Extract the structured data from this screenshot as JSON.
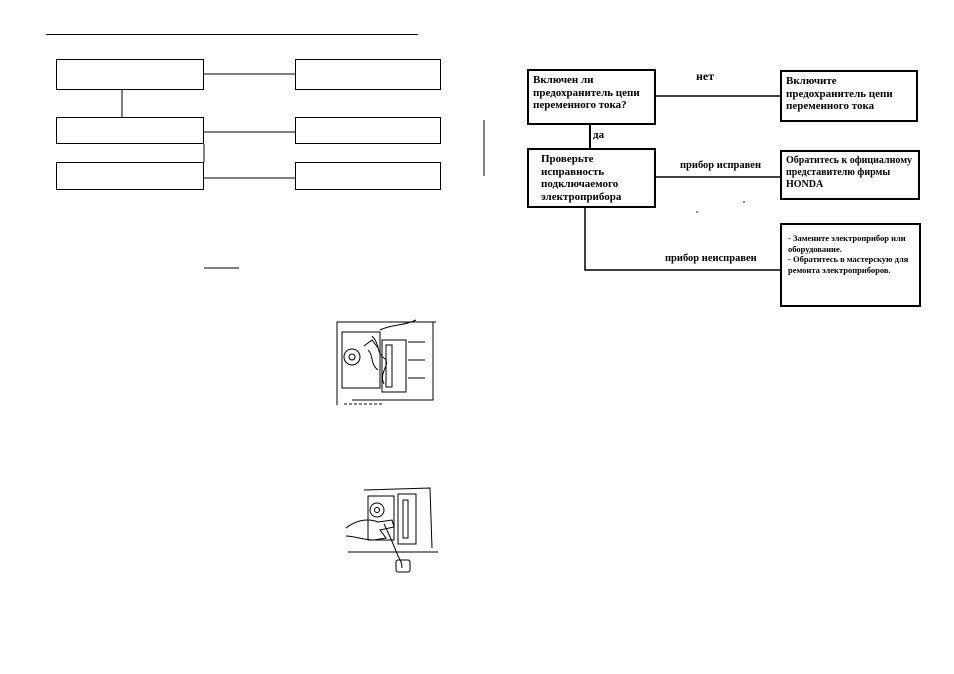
{
  "flowchart": {
    "q_fuse": "Включен ли предохранитель цепи переменного тока?",
    "a_turn_on_fuse": "Включите предохранитель цепи переменного тока",
    "label_no": "нет",
    "label_yes": "да",
    "check_device": "Проверьте исправность подключаемого электроприбора",
    "label_ok": "прибор исправен",
    "contact_dealer": "Обратитесь к официалному представителю фирмы HONDA",
    "label_faulty": "прибор неисправен",
    "replace_device": "- Замените электроприбор или оборудование.",
    "repair_shop": "- Обратитесь в мастерскую для ремонта электроприборов."
  }
}
